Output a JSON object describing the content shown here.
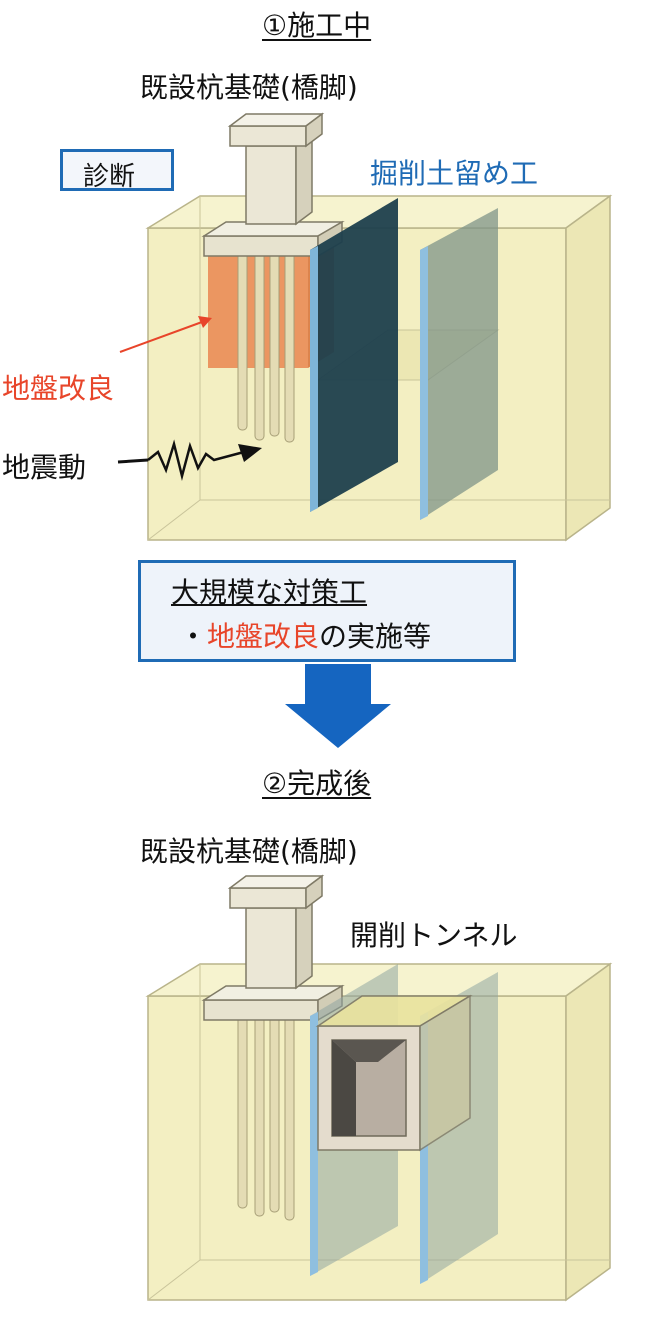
{
  "stage1": {
    "title": "①施工中",
    "pier_label": "既設杭基礎(橋脚)",
    "diagnosis_label": "診断",
    "retaining_label": "掘削土留め工",
    "ground_improvement_label": "地盤改良",
    "earthquake_label": "地震動"
  },
  "countermeasure": {
    "line1": "大規模な対策工",
    "bullet": "・",
    "highlight": "地盤改良",
    "suffix": "の実施等"
  },
  "stage2": {
    "title": "②完成後",
    "pier_label": "既設杭基礎(橋脚)",
    "tunnel_label": "開削トンネル"
  },
  "colors": {
    "accent_blue": "#1f6bb5",
    "accent_red": "#e8452a",
    "ground_fill": "#f3efc2",
    "sheet_pile_dark": "#1e3f4d",
    "sheet_pile_light": "#8fa6a3",
    "improvement_orange": "#e98a55",
    "box_border": "#1f6bb5",
    "box_fill": "#eef3fa",
    "arrow_blue": "#1565c0"
  }
}
